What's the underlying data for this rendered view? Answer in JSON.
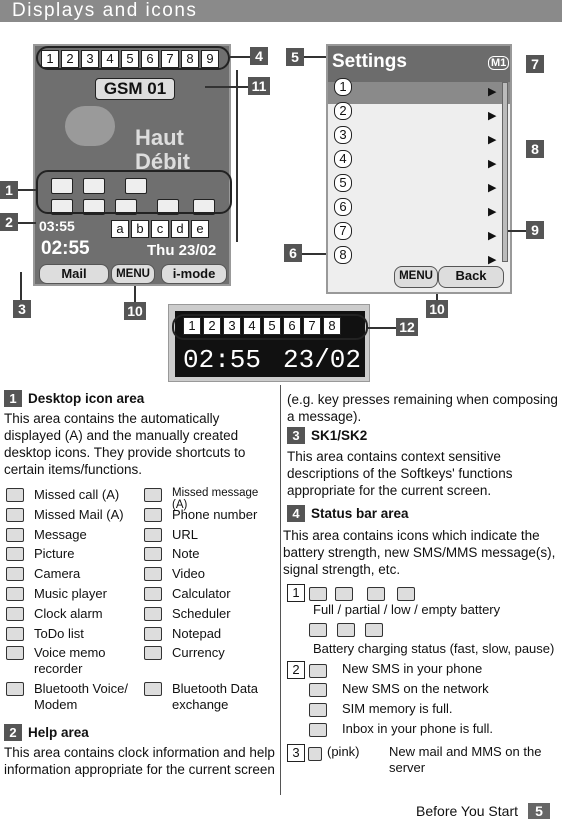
{
  "header": {
    "title": "Displays and icons"
  },
  "phone_left": {
    "status_numbers": [
      "1",
      "2",
      "3",
      "4",
      "5",
      "6",
      "7",
      "8",
      "9"
    ],
    "operator": "GSM 01",
    "wallpaper_text": "Haut Débit",
    "clock_small": "03:55",
    "letters": [
      "a",
      "b",
      "c",
      "d",
      "e"
    ],
    "clock": "02:55",
    "date": "Thu 23/02",
    "softkey_left": "Mail",
    "softkey_menu": "MENU",
    "softkey_right": "i-mode"
  },
  "phone_right": {
    "title": "Settings",
    "badge": "M1",
    "items": [
      "1",
      "2",
      "3",
      "4",
      "5",
      "6",
      "7",
      "8"
    ],
    "softkey_menu": "MENU",
    "softkey_back": "Back"
  },
  "external_display": {
    "status_numbers": [
      "1",
      "2",
      "3",
      "4",
      "5",
      "6",
      "7",
      "8"
    ],
    "clock": "02:55",
    "date": "23/02"
  },
  "callouts": [
    "1",
    "2",
    "3",
    "4",
    "5",
    "6",
    "7",
    "8",
    "9",
    "10",
    "10",
    "11",
    "12"
  ],
  "left_column": {
    "sec1_num": "1",
    "sec1_title": "Desktop icon area",
    "sec1_text": "This area contains the automatically displayed (A) and the manually created desktop icons. They provide shortcuts to certain items/functions.",
    "icons": [
      [
        "Missed call (A)",
        "Missed message (A)"
      ],
      [
        "Missed Mail (A)",
        "Phone number"
      ],
      [
        "Message",
        "URL"
      ],
      [
        "Picture",
        "Note"
      ],
      [
        "Camera",
        "Video"
      ],
      [
        "Music player",
        "Calculator"
      ],
      [
        "Clock alarm",
        "Scheduler"
      ],
      [
        "ToDo list",
        "Notepad"
      ],
      [
        "Voice memo recorder",
        "Currency"
      ],
      [
        "Bluetooth Voice/ Modem",
        "Bluetooth Data exchange"
      ]
    ],
    "sec2_num": "2",
    "sec2_title": "Help area",
    "sec2_text": "This area contains clock information and help information appropriate for the current screen"
  },
  "right_column": {
    "cont_text": "(e.g. key presses remaining when composing a message).",
    "sec3_num": "3",
    "sec3_title": "SK1/SK2",
    "sec3_text": "This area contains context sensitive descriptions of the Softkeys' functions appropriate for the current screen.",
    "sec4_num": "4",
    "sec4_title": "Status bar area",
    "sec4_text": "This area contains icons which indicate the battery strength, new SMS/MMS message(s), signal strength, etc.",
    "b1_num": "1",
    "b1_battery": "Full / partial / low / empty battery",
    "b1_charging": "Battery charging status (fast, slow, pause)",
    "b2_num": "2",
    "b2_items": [
      "New SMS in your phone",
      "New SMS on the network",
      "SIM memory is full.",
      "Inbox in your phone is full."
    ],
    "b3_num": "3",
    "b3_label": "(pink)",
    "b3_text": "New mail and MMS on the server"
  },
  "footer": {
    "text": "Before You Start",
    "page": "5"
  }
}
